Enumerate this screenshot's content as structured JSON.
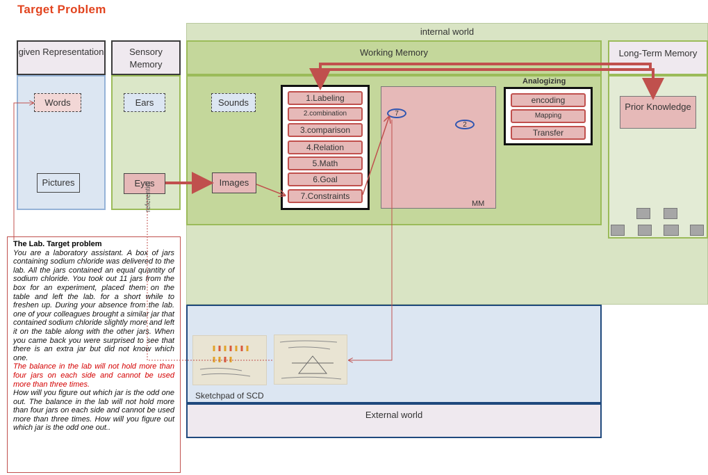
{
  "title": "Target Problem",
  "internal_world": {
    "label": "internal world"
  },
  "given_representation": {
    "header": "given Representation",
    "items": [
      "Words",
      "Pictures"
    ]
  },
  "sensory_memory": {
    "header": "Sensory Memory",
    "items": [
      "Ears",
      "Eyes"
    ]
  },
  "working_memory": {
    "header": "Working Memory",
    "sounds": "Sounds",
    "images": "Images",
    "processes": [
      "1.Labeling",
      "2.combination",
      "3.comparison",
      "4.Relation",
      "5.Math",
      "6.Goal",
      "7.Constraints"
    ],
    "mental_model": {
      "label": "MM",
      "markers": [
        "7",
        "2"
      ]
    },
    "analogizing": {
      "title": "Analogizing",
      "items": [
        "encoding",
        "Mapping",
        "Transfer"
      ]
    }
  },
  "long_term_memory": {
    "header": "Long-Term Memory",
    "prior_knowledge": "Prior Knowledge"
  },
  "referential_label": "referential",
  "problem": {
    "title": "The Lab. Target problem",
    "body": "You are a laboratory assistant. A box of jars containing sodium chloride was delivered to the lab. All the jars contained an equal quantity of sodium chloride. You took out 11 jars from the box for an experiment, placed them on the table and left the lab. for a short while to freshen up. During your absence from the lab. one of your colleagues brought a similar jar that contained sodium chloride slightly more and left it on the table along with the other jars. When you came back you were surprised to see that there is an extra jar but did not know which one.",
    "constraint": "The balance in the lab will not hold more than four jars on each side and cannot be used more than three times.",
    "question": "How will you figure out which jar is the odd one out. The balance in the lab will not hold more than four jars on each side and cannot be used more than three times.  How will you figure out which jar is the odd one out.."
  },
  "external": {
    "sketchpad_label": "Sketchpad of SCD",
    "external_world": "External world"
  },
  "colors": {
    "title": "#e2441f",
    "arrow": "#c0504d",
    "line": "#d35f5f"
  }
}
